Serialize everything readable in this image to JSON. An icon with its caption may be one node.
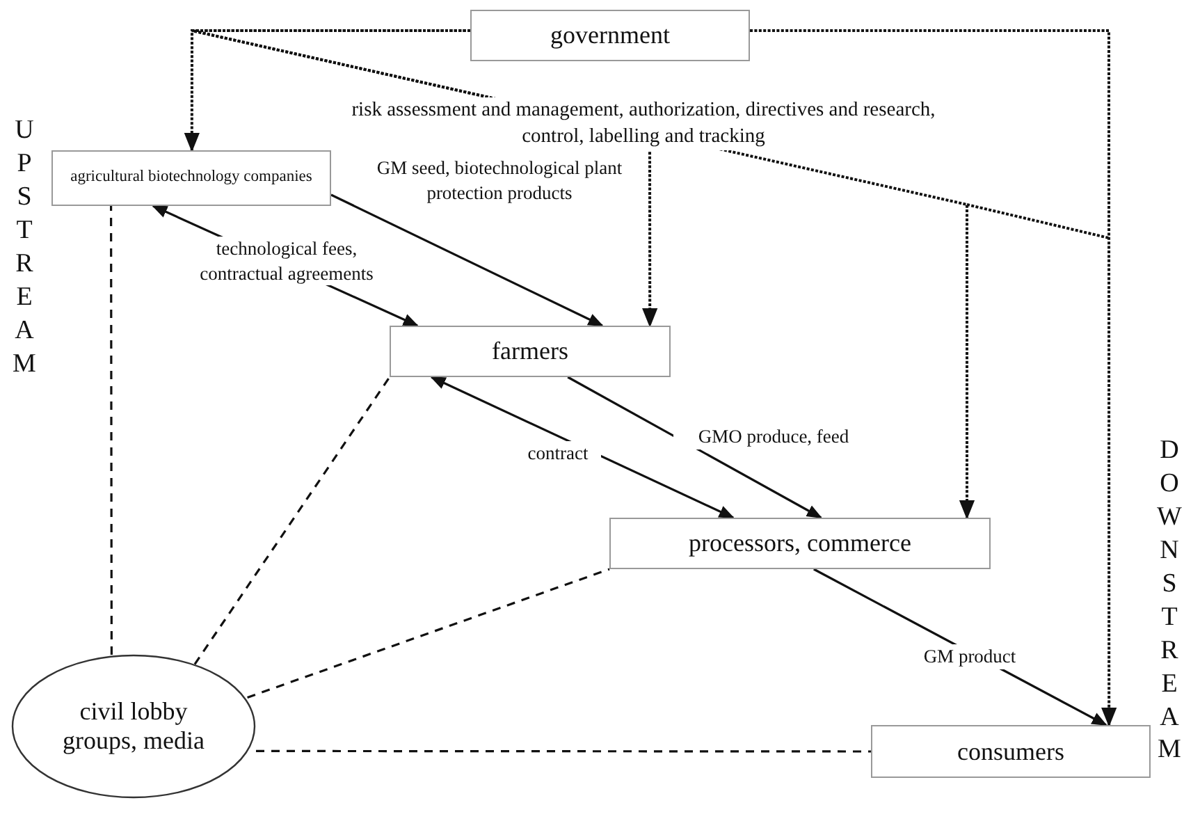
{
  "diagram": {
    "nodes": [
      {
        "text": [
          "government"
        ]
      },
      {
        "text": [
          "agricultural biotechnology companies"
        ]
      },
      {
        "text": [
          "farmers"
        ]
      },
      {
        "text": [
          "processors, commerce"
        ]
      },
      {
        "text": [
          "consumers"
        ]
      },
      {
        "text": [
          "civil lobby groups, media"
        ]
      }
    ],
    "edges": [
      {
        "from": 0,
        "to": 1,
        "arrow": "to",
        "style": "dashed"
      },
      {
        "from": 0,
        "to": 2,
        "arrow": "to",
        "style": "dashed",
        "label": "risk assessment and management, authorization, directives and research, control, labelling and tracking"
      },
      {
        "from": 0,
        "to": 3,
        "arrow": "to",
        "style": "dashed"
      },
      {
        "from": 0,
        "to": 4,
        "arrow": "to",
        "style": "dashed"
      },
      {
        "from": 1,
        "to": 2,
        "arrow": "to",
        "label": "GM seed, biotechnological plant protection products"
      },
      {
        "from": 1,
        "to": 2,
        "arrow": "both",
        "label": "technological fees, contractual agreements"
      },
      {
        "from": 2,
        "to": 3,
        "arrow": "both",
        "label": "contract"
      },
      {
        "from": 2,
        "to": 3,
        "arrow": "to",
        "label": "GMO produce, feed"
      },
      {
        "from": 3,
        "to": 4,
        "arrow": "to",
        "label": "GM product"
      },
      {
        "from": 5,
        "to": 1,
        "arrow": "none",
        "style": "dashed"
      },
      {
        "from": 5,
        "to": 2,
        "arrow": "none",
        "style": "dashed"
      },
      {
        "from": 5,
        "to": 3,
        "arrow": "none",
        "style": "dashed"
      },
      {
        "from": 5,
        "to": 4,
        "arrow": "none",
        "style": "dashed"
      }
    ],
    "labels": [
      "UPSTREAM",
      "DOWNSTREAM"
    ]
  }
}
